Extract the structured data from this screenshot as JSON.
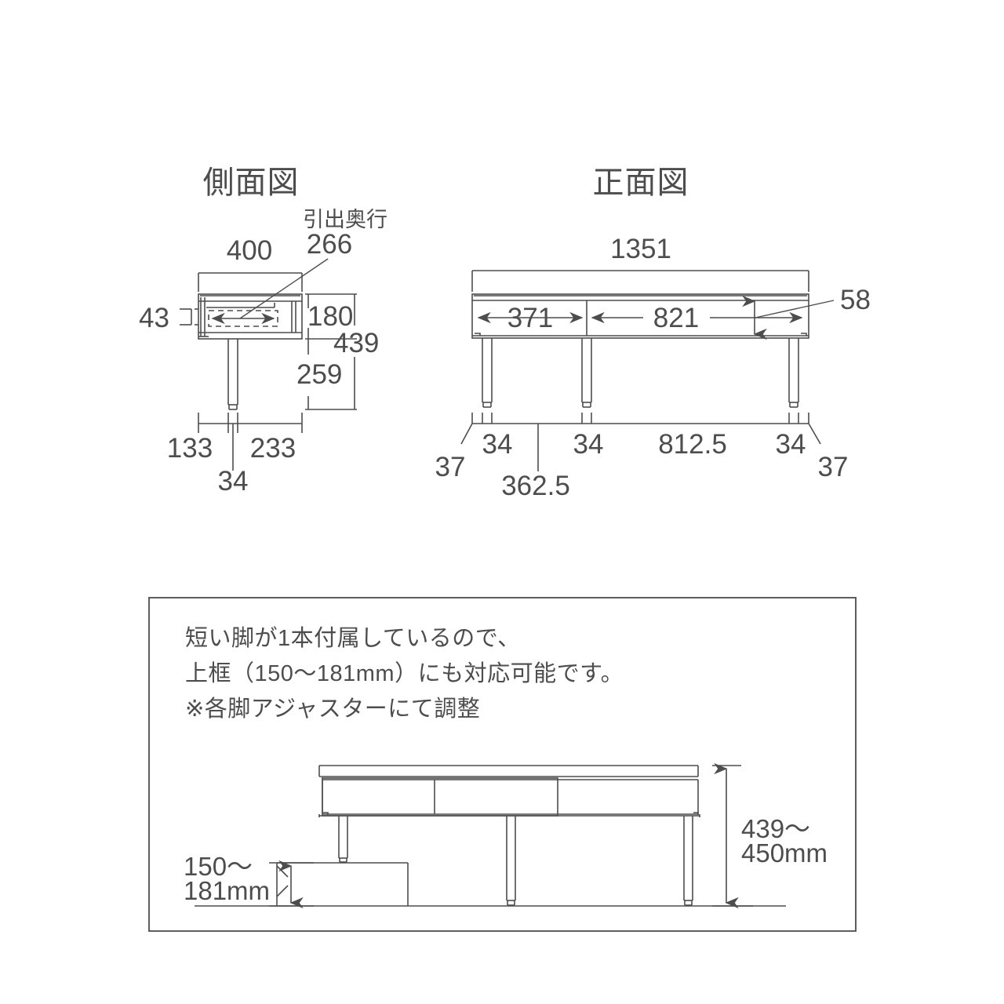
{
  "meta": {
    "document_type": "furniture-dimension-drawing",
    "units_note": "mm",
    "line_color": "#4d4d4d",
    "text_color": "#4d4d4d",
    "background": "#ffffff"
  },
  "side_view": {
    "title": "側面図",
    "callout_label": "引出奥行",
    "callout_value": "266",
    "width_top": "400",
    "left_offset": "43",
    "height_body": "180",
    "height_total": "439",
    "height_leg": "259",
    "base_left": "133",
    "base_right": "233",
    "leg_thickness": "34"
  },
  "front_view": {
    "title": "正面図",
    "width_total": "1351",
    "drawer_left": "371",
    "drawer_right": "821",
    "drawer_height": "58",
    "foot_overhang_left": "37",
    "foot_overhang_right": "37",
    "leg_1": "34",
    "leg_2": "34",
    "leg_3": "34",
    "span_left": "362.5",
    "span_right": "812.5"
  },
  "note_panel": {
    "lines": [
      "短い脚が1本付属しているので、",
      "上框（150〜181mm）にも対応可能です。",
      "※各脚アジャスターにて調整"
    ],
    "line1": "短い脚が1本付属しているので、",
    "line2": "上框（150〜181mm）にも対応可能です。",
    "line3": "※各脚アジャスターにて調整",
    "step_height_line1": "150〜",
    "step_height_line2": "181mm",
    "cabinet_height_line1": "439〜",
    "cabinet_height_line2": "450mm"
  }
}
